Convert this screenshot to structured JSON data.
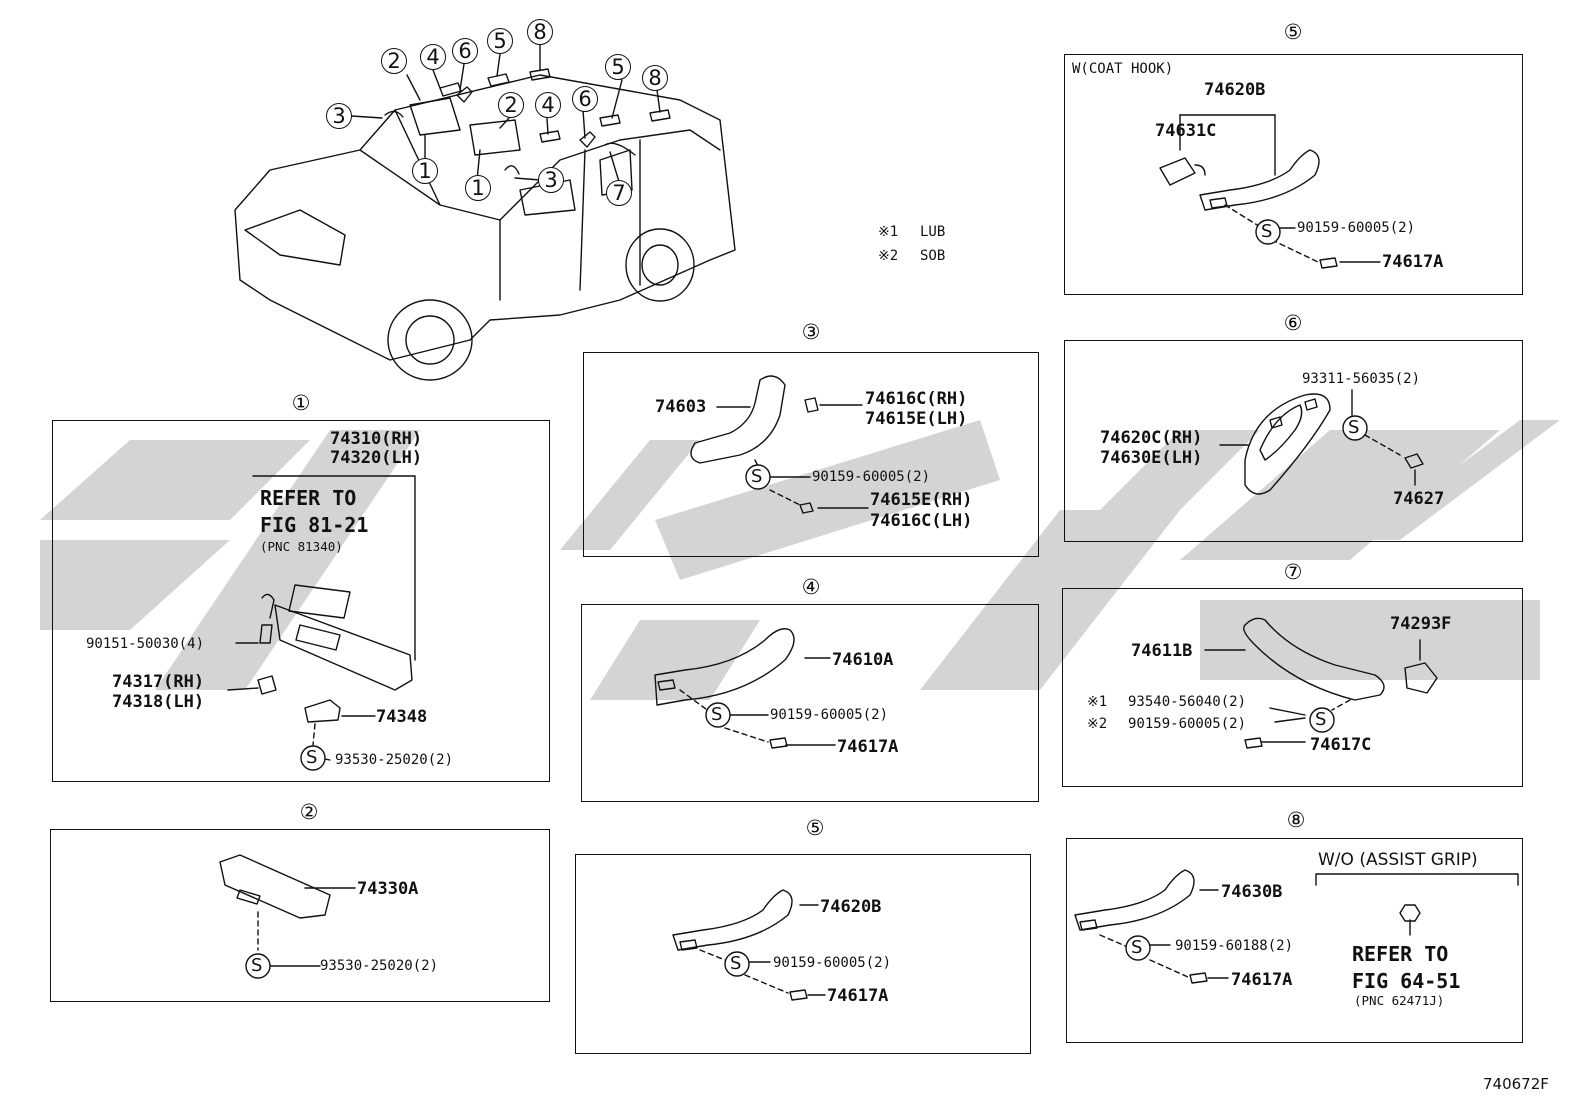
{
  "drawing_id": "740672F",
  "legend": [
    {
      "mark": "※1",
      "text": "LUB"
    },
    {
      "mark": "※2",
      "text": "SOB"
    }
  ],
  "vehicle_callouts": [
    "1",
    "2",
    "3",
    "4",
    "5",
    "6",
    "7",
    "8"
  ],
  "panels": {
    "p1": {
      "caption": "①",
      "parts": {
        "visor_rh": "74310(RH)",
        "visor_lh": "74320(LH)",
        "screw": "90151-50030(4)",
        "holder_rh": "74317(RH)",
        "holder_lh": "74318(LH)",
        "bracket": "74348",
        "screw2": "93530-25020(2)"
      },
      "refer": {
        "line1": "REFER TO",
        "line2": "FIG 81-21",
        "pnc": "(PNC 81340)"
      }
    },
    "p2": {
      "caption": "②",
      "parts": {
        "cover": "74330A",
        "screw": "93530-25020(2)"
      }
    },
    "p3": {
      "caption": "③",
      "parts": {
        "grip": "74603",
        "cap1_rh": "74616C(RH)",
        "cap1_lh": "74615E(LH)",
        "screw": "90159-60005(2)",
        "cap2_rh": "74615E(RH)",
        "cap2_lh": "74616C(LH)"
      }
    },
    "p4": {
      "caption": "④",
      "parts": {
        "grip": "74610A",
        "screw": "90159-60005(2)",
        "cap": "74617A"
      }
    },
    "p5a": {
      "caption": "⑤",
      "title": "W(COAT HOOK)",
      "parts": {
        "grip": "74620B",
        "hook": "74631C",
        "screw": "90159-60005(2)",
        "cap": "74617A"
      }
    },
    "p5b": {
      "caption": "⑤",
      "parts": {
        "grip": "74620B",
        "screw": "90159-60005(2)",
        "cap": "74617A"
      }
    },
    "p6": {
      "caption": "⑥",
      "parts": {
        "screw": "93311-56035(2)",
        "grip_rh": "74620C(RH)",
        "grip_lh": "74630E(LH)",
        "cap": "74627"
      }
    },
    "p7": {
      "caption": "⑦",
      "parts": {
        "grip": "74611B",
        "bracket": "74293F",
        "screw1_mark": "※1",
        "screw1": "93540-56040(2)",
        "screw2_mark": "※2",
        "screw2": "90159-60005(2)",
        "cap": "74617C"
      }
    },
    "p8": {
      "caption": "⑧",
      "title": "W/O (ASSIST GRIP)",
      "parts": {
        "grip": "74630B",
        "screw": "90159-60188(2)",
        "cap": "74617A"
      },
      "refer": {
        "line1": "REFER TO",
        "line2": "FIG 64-51",
        "pnc": "(PNC 62471J)"
      }
    }
  },
  "s_mark": "S"
}
